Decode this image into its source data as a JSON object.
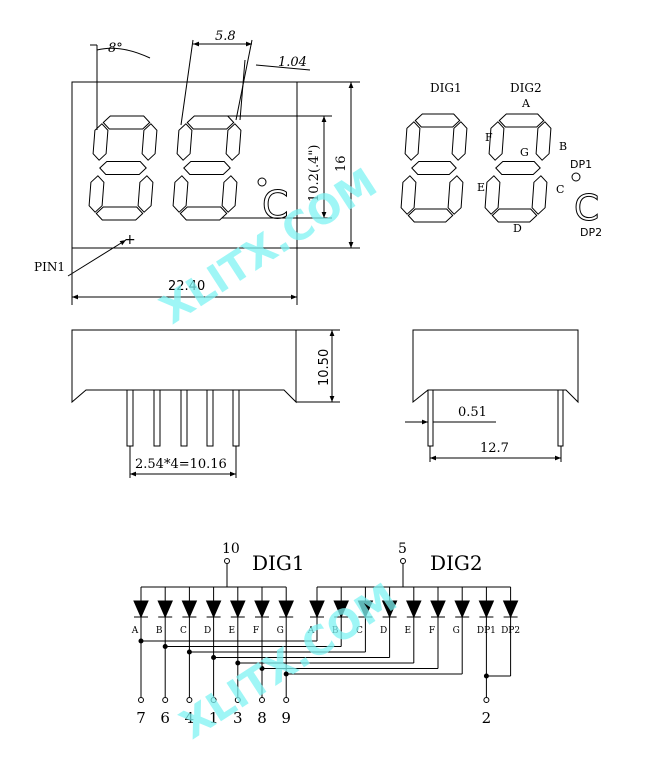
{
  "outline": {
    "angle": "8°",
    "seg_width": "5.8",
    "seg_thickness": "1.04",
    "digit_height": "10.2(.4\")",
    "height": "16",
    "width": "22.40",
    "pin1": "PIN1",
    "plus": "+",
    "degree_symbol": "°",
    "c_symbol": "C"
  },
  "digits": {
    "dig1": "DIG1",
    "dig2": "DIG2",
    "seg_a": "A",
    "seg_b": "B",
    "seg_c": "C",
    "seg_d": "D",
    "seg_e": "E",
    "seg_f": "F",
    "seg_g": "G",
    "dp1": "DP1",
    "dp2": "DP2",
    "c_symbol": "C"
  },
  "side": {
    "height": "10.50",
    "pin_pitch": "2.54*4=10.16",
    "pin_dia": "0.51",
    "depth": "12.7"
  },
  "schematic": {
    "dig1": {
      "label": "DIG1",
      "pin": "10"
    },
    "dig2": {
      "label": "DIG2",
      "pin": "5"
    },
    "left_segments": [
      "A",
      "B",
      "C",
      "D",
      "E",
      "F",
      "G"
    ],
    "right_segments": [
      "A",
      "B",
      "C",
      "D",
      "E",
      "F",
      "G",
      "DP1",
      "DP2"
    ],
    "bottom_pins": [
      "7",
      "6",
      "4",
      "1",
      "3",
      "8",
      "9"
    ],
    "dp_pin": "2"
  },
  "watermark": "XLITX.COM",
  "colors": {
    "ink": "#000000",
    "watermark": "#7ff3f3"
  }
}
